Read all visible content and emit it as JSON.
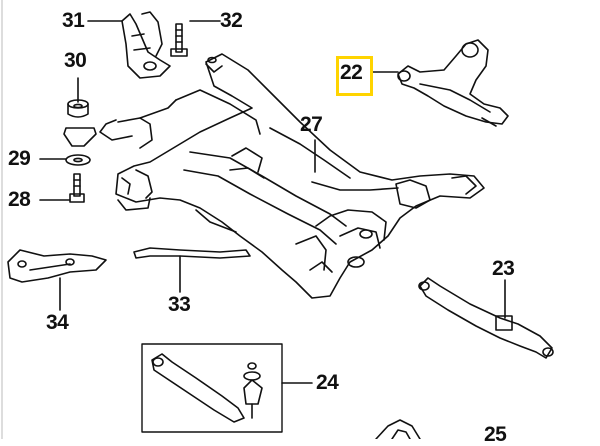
{
  "callouts": {
    "c31": "31",
    "c32": "32",
    "c30": "30",
    "c22": "22",
    "c27": "27",
    "c29": "29",
    "c28": "28",
    "c23": "23",
    "c34": "34",
    "c33": "33",
    "c24": "24",
    "c25": "25"
  },
  "colors": {
    "line": "#111111",
    "highlight": "#ffd400",
    "background": "#ffffff"
  },
  "highlighted_callout": "22"
}
